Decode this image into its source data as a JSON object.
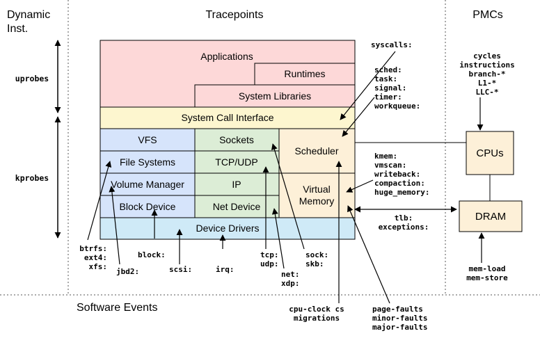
{
  "headings": {
    "dynamic_line1": "Dynamic",
    "dynamic_line2": "Inst.",
    "tracepoints": "Tracepoints",
    "pmcs": "PMCs",
    "software_events": "Software Events"
  },
  "side_labels": {
    "uprobes": "uprobes",
    "kprobes": "kprobes"
  },
  "stack": {
    "applications": "Applications",
    "runtimes": "Runtimes",
    "system_libraries": "System Libraries",
    "system_call_interface": "System Call Interface",
    "vfs": "VFS",
    "sockets": "Sockets",
    "scheduler": "Scheduler",
    "file_systems": "File Systems",
    "tcp_udp": "TCP/UDP",
    "volume_manager": "Volume Manager",
    "ip": "IP",
    "virtual_memory_line1": "Virtual",
    "virtual_memory_line2": "Memory",
    "block_device": "Block Device",
    "net_device": "Net Device",
    "device_drivers": "Device Drivers"
  },
  "hardware": {
    "cpus": "CPUs",
    "dram": "DRAM"
  },
  "probes": {
    "syscalls": "syscalls:",
    "sched_group": [
      "sched:",
      "task:",
      "signal:",
      "timer:",
      "workqueue:"
    ],
    "mem_group": [
      "kmem:",
      "vmscan:",
      "writeback:",
      "compaction:",
      "huge_memory:"
    ],
    "pmc_group": [
      "cycles",
      "instructions",
      "branch-*",
      "L1-*",
      "LLC-*"
    ],
    "tlb_group": [
      "tlb:",
      "exceptions:"
    ],
    "dram_events": [
      "mem-load",
      "mem-store"
    ],
    "fs_group": [
      "btrfs:",
      "ext4:",
      "xfs:"
    ],
    "jbd2": "jbd2:",
    "block": "block:",
    "scsi": "scsi:",
    "irq": "irq:",
    "tcp_udp": [
      "tcp:",
      "udp:"
    ],
    "net_xdp": [
      "net:",
      "xdp:"
    ],
    "sock_skb": [
      "sock:",
      "skb:"
    ],
    "cpu_clock": [
      "cpu-clock cs",
      "migrations"
    ],
    "page_faults": [
      "page-faults",
      "minor-faults",
      "major-faults"
    ]
  },
  "colors": {
    "app_pink": "#fdd8d8",
    "syscall_yellow": "#fdf6cf",
    "fs_blue": "#d6e4fb",
    "net_green": "#dcedd6",
    "sched_peach": "#fdf0d8",
    "driver_cyan": "#cfeaf7",
    "hw_fill": "#fdf0d8",
    "line": "#000000",
    "dotted": "#555555"
  }
}
